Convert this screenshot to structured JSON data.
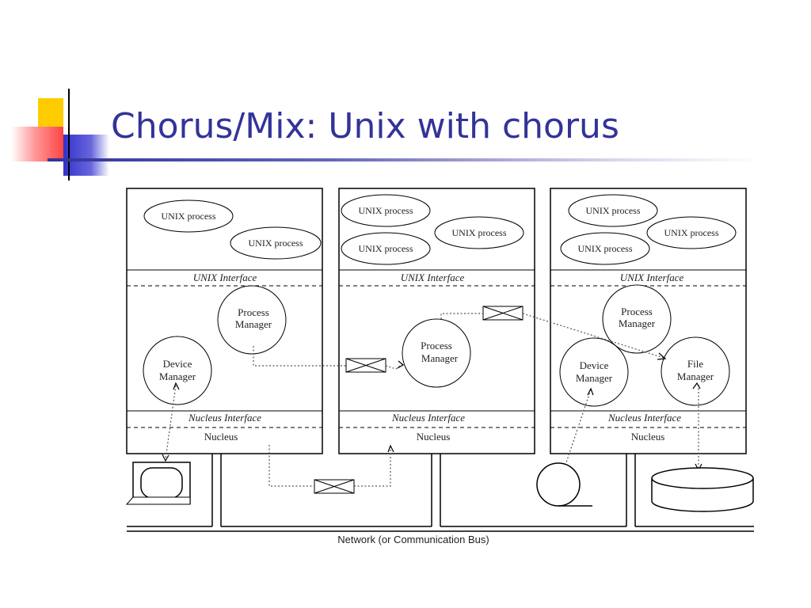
{
  "slide": {
    "title": "Chorus/Mix: Unix with chorus"
  },
  "colors": {
    "title": "#333399",
    "deco_yellow": "#ffcc00",
    "deco_red": "#ff5555",
    "deco_blue": "#3333cc"
  },
  "diagram": {
    "process_label": "UNIX process",
    "unix_interface": "UNIX Interface",
    "nucleus_interface": "Nucleus Interface",
    "nucleus": "Nucleus",
    "process_manager": [
      "Process",
      "Manager"
    ],
    "device_manager": [
      "Device",
      "Manager"
    ],
    "file_manager": [
      "File",
      "Manager"
    ],
    "network": "Network (or Communication Bus)"
  }
}
